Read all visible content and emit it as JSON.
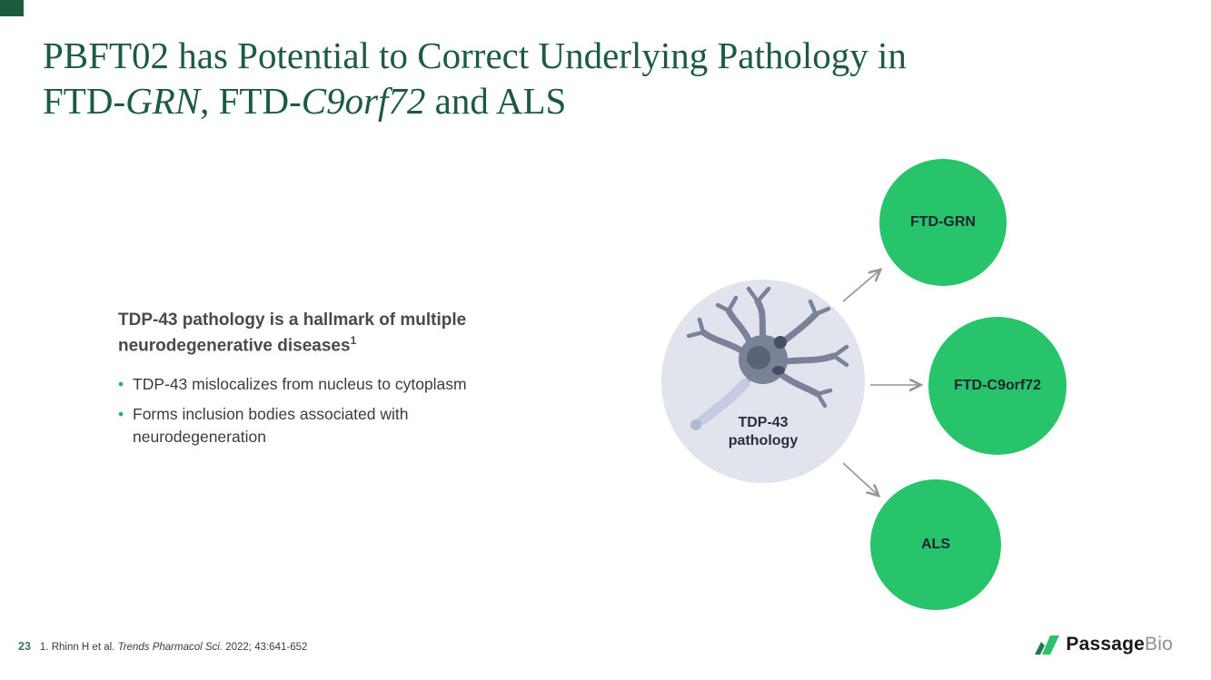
{
  "slide": {
    "title": {
      "line1": "PBFT02 has Potential to Correct Underlying Pathology in",
      "line2_p1": "FTD-",
      "line2_p2": "GRN",
      "line2_p3": ", FTD-",
      "line2_p4": "C9orf72",
      "line2_p5": " and ALS"
    },
    "body": {
      "heading_text": "TDP-43 pathology is a hallmark of multiple neurodegenerative diseases",
      "heading_sup": "1",
      "bullet_glyph": "•",
      "bullets": [
        "TDP-43 mislocalizes from nucleus to cytoplasm",
        "Forms inclusion bodies associated with neurodegeneration"
      ]
    },
    "diagram": {
      "hub_label_line1": "TDP-43",
      "hub_label_line2": "pathology",
      "nodes": [
        {
          "label": "FTD-GRN"
        },
        {
          "label": "FTD-C9orf72"
        },
        {
          "label": "ALS"
        }
      ]
    },
    "footer": {
      "page_number": "23",
      "citation_p1": "1. Rhinn H et al. ",
      "citation_p2": "Trends Pharmacol Sci.",
      "citation_p3": " 2022; 43:641-652"
    },
    "logo": {
      "brand_p1": "Passage",
      "brand_p2": "Bio"
    },
    "colors": {
      "title_green": "#1d5b3e",
      "node_green": "#27c46c",
      "hub_gray": "#e2e4ed",
      "bullet_green": "#2fae6e"
    }
  }
}
